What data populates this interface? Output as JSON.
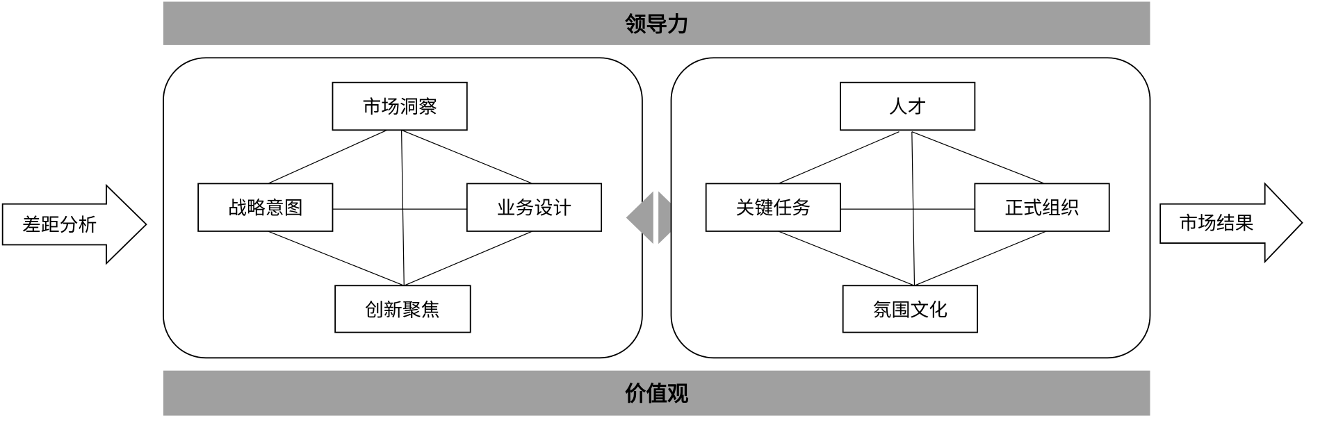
{
  "colors": {
    "bar": "#a0a0a0",
    "diamond": "#a0a0a0",
    "stroke": "#000000"
  },
  "top_bar": {
    "label": "领导力"
  },
  "bottom_bar": {
    "label": "价值观"
  },
  "input_arrow": {
    "label": "差距分析"
  },
  "output_arrow": {
    "label": "市场结果"
  },
  "strategy_panel": {
    "top": "市场洞察",
    "left": "战略意图",
    "right": "业务设计",
    "bottom": "创新聚焦"
  },
  "execution_panel": {
    "top": "人才",
    "left": "关键任务",
    "right": "正式组织",
    "bottom": "氛围文化"
  }
}
